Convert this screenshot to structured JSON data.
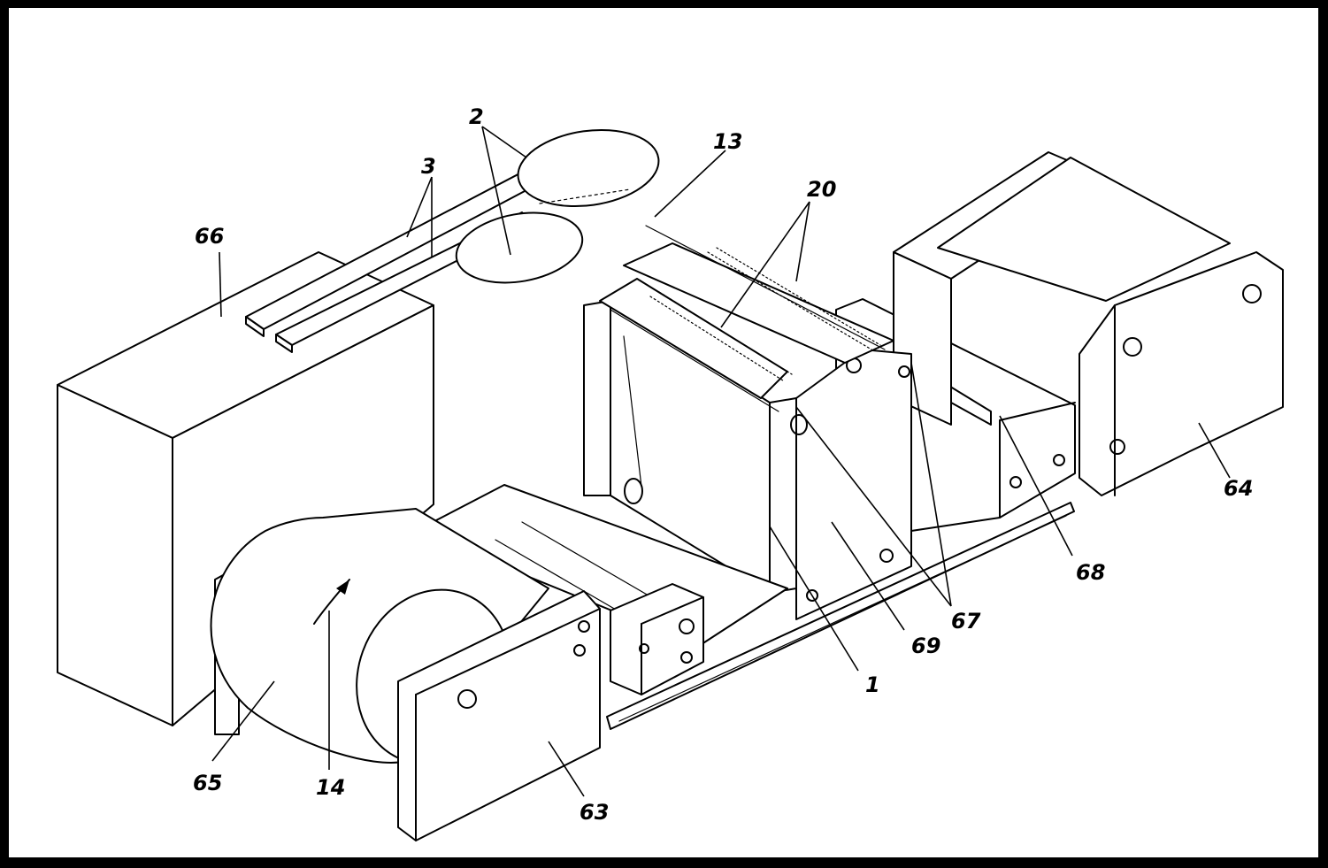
{
  "labels": {
    "l1": "1",
    "l2": "2",
    "l3": "3",
    "l13": "13",
    "l14": "14",
    "l20": "20",
    "l63": "63",
    "l64": "64",
    "l65": "65",
    "l66": "66",
    "l67": "67",
    "l68": "68",
    "l69": "69"
  },
  "colors": {
    "frame": "#000000",
    "sheet": "#ffffff",
    "ink": "#000000"
  }
}
